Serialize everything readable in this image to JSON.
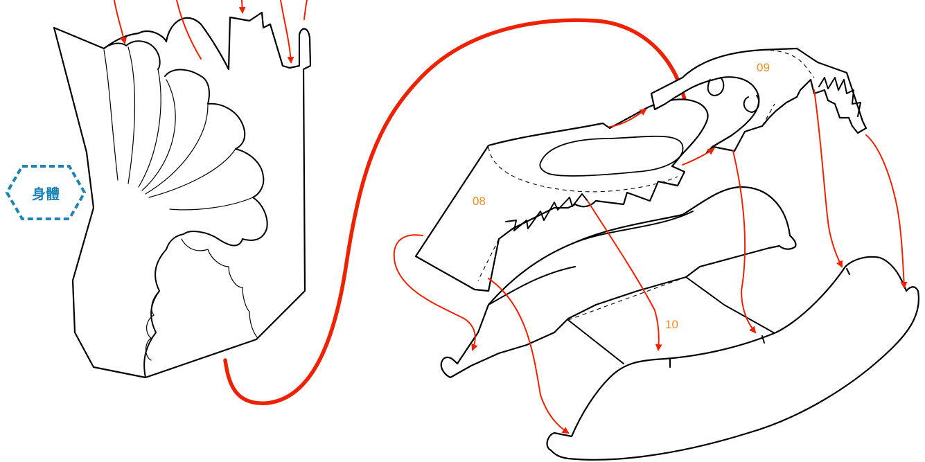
{
  "badge": {
    "label": "身體",
    "color": "#1c84b3"
  },
  "parts": [
    {
      "id": "part-08",
      "label": "08"
    },
    {
      "id": "part-09",
      "label": "09"
    },
    {
      "id": "part-10",
      "label": "10"
    }
  ],
  "colors": {
    "arrow": "#ee2200",
    "part_number": "#f08c1e",
    "outline": "#000000"
  }
}
